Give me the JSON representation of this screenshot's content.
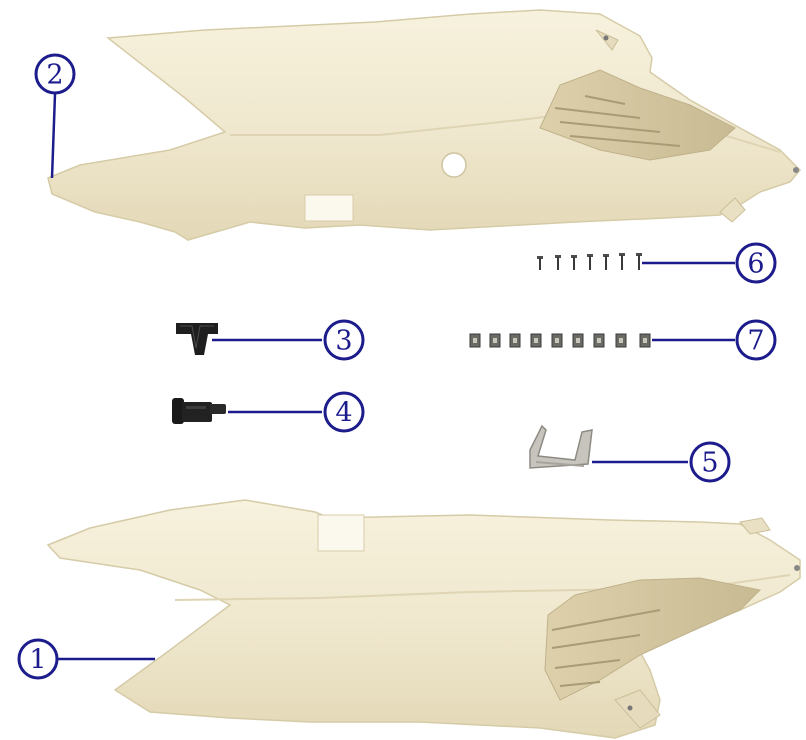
{
  "colors": {
    "callout": "#1c1c8c",
    "panel": "#f2ecd6",
    "panel_shadow": "#ddd3b3",
    "vent": "#cfc3a0",
    "hardware_dark": "#1e1e1e",
    "clip_metal": "#b9b7b0"
  },
  "callouts": [
    {
      "id": "part-1",
      "label": "1"
    },
    {
      "id": "part-2",
      "label": "2"
    },
    {
      "id": "part-3",
      "label": "3"
    },
    {
      "id": "part-4",
      "label": "4"
    },
    {
      "id": "part-5",
      "label": "5"
    },
    {
      "id": "part-6",
      "label": "6"
    },
    {
      "id": "part-7",
      "label": "7"
    }
  ]
}
